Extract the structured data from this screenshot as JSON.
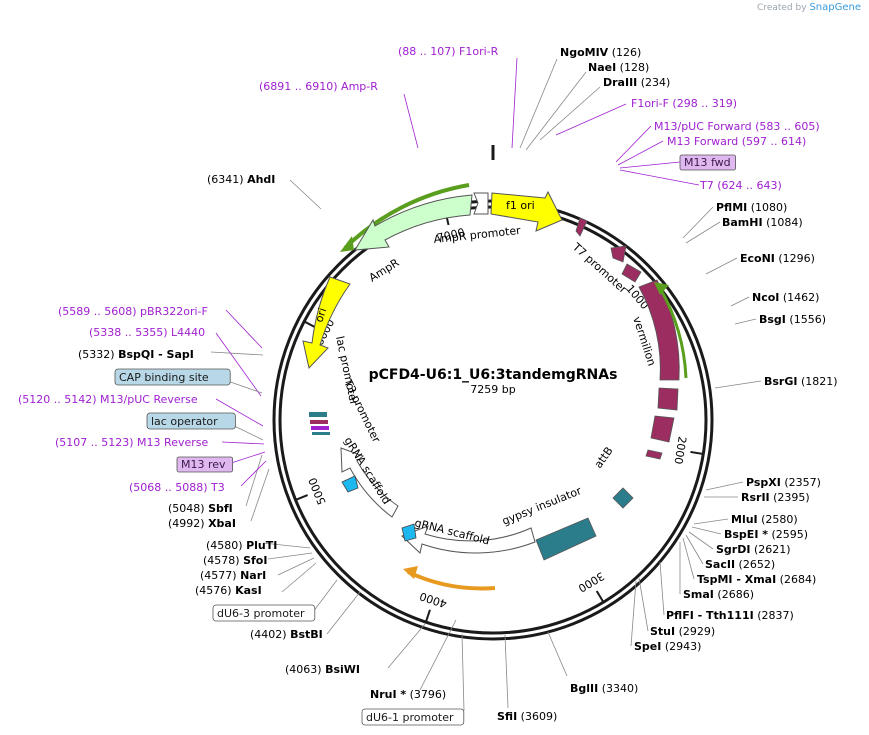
{
  "credit": {
    "prefix": "Created by",
    "brand": "SnapGene"
  },
  "plasmid": {
    "name": "pCFD4-U6:1_U6:3tandemgRNAs",
    "size": "7259 bp",
    "length": 7259
  },
  "ticks": [
    "1000",
    "2000",
    "3000",
    "4000",
    "5000",
    "6000",
    "7000"
  ],
  "enzymes": [
    {
      "name": "NgoMIV",
      "pos": "(126)"
    },
    {
      "name": "NaeI",
      "pos": "(128)"
    },
    {
      "name": "DraIII",
      "pos": "(234)"
    },
    {
      "name": "PflMI",
      "pos": "(1080)"
    },
    {
      "name": "BamHI",
      "pos": "(1084)"
    },
    {
      "name": "EcoNI",
      "pos": "(1296)"
    },
    {
      "name": "NcoI",
      "pos": "(1462)"
    },
    {
      "name": "BsgI",
      "pos": "(1556)"
    },
    {
      "name": "BsrGI",
      "pos": "(1821)"
    },
    {
      "name": "PspXI",
      "pos": "(2357)"
    },
    {
      "name": "RsrII",
      "pos": "(2395)"
    },
    {
      "name": "MluI",
      "pos": "(2580)"
    },
    {
      "name": "BspEI *",
      "pos": "(2595)"
    },
    {
      "name": "SgrDI",
      "pos": "(2621)"
    },
    {
      "name": "SacII",
      "pos": "(2652)"
    },
    {
      "name": "TspMI - XmaI",
      "pos": "(2684)"
    },
    {
      "name": "SmaI",
      "pos": "(2686)"
    },
    {
      "name": "PflFI - Tth111I",
      "pos": "(2837)"
    },
    {
      "name": "StuI",
      "pos": "(2929)"
    },
    {
      "name": "SpeI",
      "pos": "(2943)"
    },
    {
      "name": "BglII",
      "pos": "(3340)"
    },
    {
      "name": "SfiI",
      "pos": "(3609)"
    },
    {
      "name": "NruI *",
      "pos": "(3796)"
    },
    {
      "name": "BsiWI",
      "pos": "(4063)"
    },
    {
      "name": "BstBI",
      "pos": "(4402)"
    },
    {
      "name": "KasI",
      "pos": "(4576)"
    },
    {
      "name": "NarI",
      "pos": "(4577)"
    },
    {
      "name": "SfoI",
      "pos": "(4578)"
    },
    {
      "name": "PluTI",
      "pos": "(4580)"
    },
    {
      "name": "XbaI",
      "pos": "(4992)"
    },
    {
      "name": "SbfI",
      "pos": "(5048)"
    },
    {
      "name": "BspQI - SapI",
      "pos": "(5332)"
    },
    {
      "name": "AhdI",
      "pos": "(6341)"
    }
  ],
  "primers": [
    {
      "text": "(88 .. 107)  F1ori-R"
    },
    {
      "text": "(6891 .. 6910)  Amp-R"
    },
    {
      "text": "F1ori-F  (298 .. 319)"
    },
    {
      "text": "M13/pUC Forward  (583 .. 605)"
    },
    {
      "text": "M13 Forward  (597 .. 614)"
    },
    {
      "text": "M13 fwd"
    },
    {
      "text": "T7  (624 .. 643)"
    },
    {
      "text": "(5589 .. 5608)  pBR322ori-F"
    },
    {
      "text": "(5338 .. 5355)  L4440"
    },
    {
      "text": "(5120 .. 5142)  M13/pUC Reverse"
    },
    {
      "text": "(5107 .. 5123)  M13 Reverse"
    },
    {
      "text": "M13 rev"
    },
    {
      "text": "(5068 .. 5088)  T3"
    }
  ],
  "boxed": [
    {
      "text": "CAP binding site"
    },
    {
      "text": "lac operator"
    },
    {
      "text": "dU6-3 promoter"
    },
    {
      "text": "dU6-1 promoter"
    }
  ],
  "features": {
    "f1ori": "f1 ori",
    "ampr_promoter": "AmpR promoter",
    "ampr": "AmpR",
    "ori": "ori",
    "t7_promoter": "T7 promoter",
    "vermilion": "vermilion",
    "lac_promoter": "lac promoter",
    "t3_promoter": "T3 promoter",
    "grna_scaffold_1": "gRNA scaffold",
    "grna_scaffold_2": "gRNA scaffold",
    "gypsy": "gypsy insulator",
    "attb": "attB"
  },
  "colors": {
    "primer": "#a020d0",
    "backbone": "#1a1a1a",
    "f1ori": "#ffff00",
    "ampr": "#ccffcc",
    "vermilion": "#9b2d60",
    "gypsy": "#2c7d8c",
    "grna": "#ffffff",
    "cyan_marker": "#1eb8f0",
    "marker_green": "#5a9e1e",
    "marker_orange": "#e89a20"
  }
}
